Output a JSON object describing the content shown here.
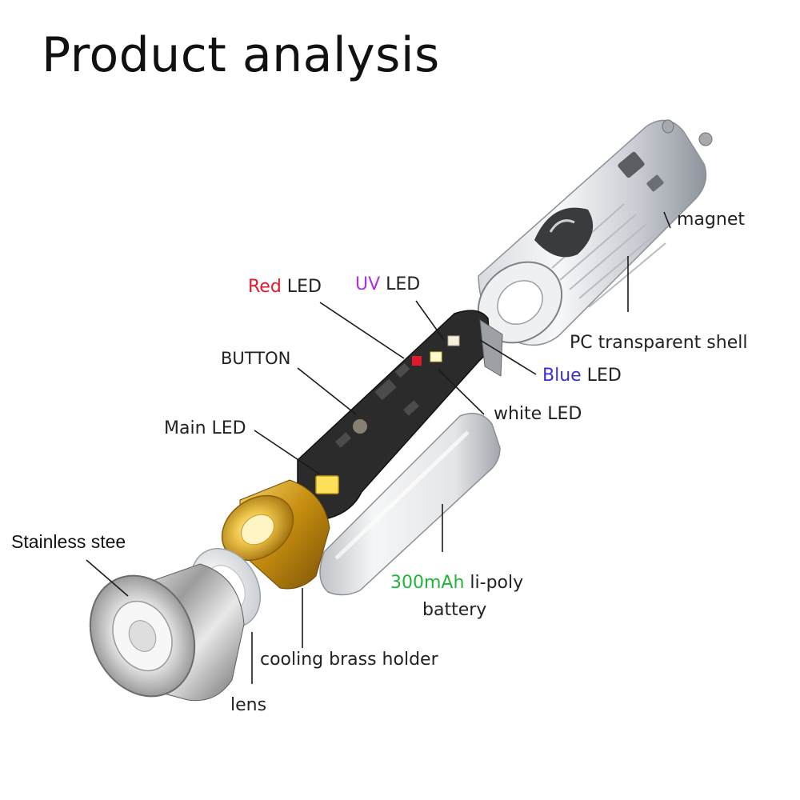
{
  "title": "Product analysis",
  "labels": {
    "magnet": "magnet",
    "pc_shell": "PC transparent shell",
    "red_led_color": "Red",
    "red_led_suffix": " LED",
    "uv_led_color": "UV",
    "uv_led_suffix": " LED",
    "blue_led_color": "Blue",
    "blue_led_suffix": " LED",
    "white_led": "white LED",
    "button": "BUTTON",
    "main_led": "Main LED",
    "stainless": "Stainless stee",
    "battery_capacity": "300mAh",
    "battery_type": " li-poly",
    "battery_line2": "battery",
    "brass_holder": "cooling brass holder",
    "lens": "lens"
  },
  "colors": {
    "red": "#e4182a",
    "uv": "#b02fd6",
    "blue": "#3b2fd8",
    "green": "#22b43a",
    "brass": "#d9a317",
    "pcb": "#2b2b2b"
  }
}
